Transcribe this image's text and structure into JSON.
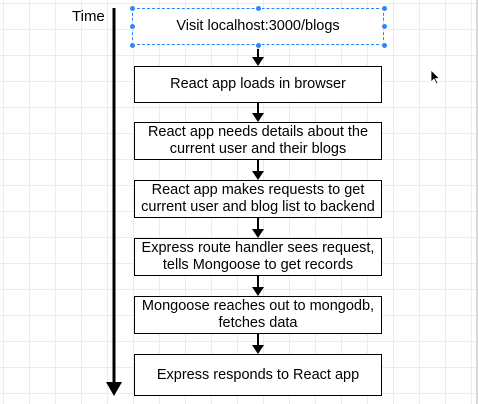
{
  "timeline": {
    "label": "Time"
  },
  "steps": [
    {
      "text": "Visit localhost:3000/blogs"
    },
    {
      "text": "React app loads in browser"
    },
    {
      "text": "React app needs details about the current user and their blogs"
    },
    {
      "text": "React app makes requests to get current user and blog list to backend"
    },
    {
      "text": "Express route handler sees request, tells Mongoose to get records"
    },
    {
      "text": "Mongoose reaches out to mongodb, fetches data"
    },
    {
      "text": "Express responds to React app"
    }
  ]
}
